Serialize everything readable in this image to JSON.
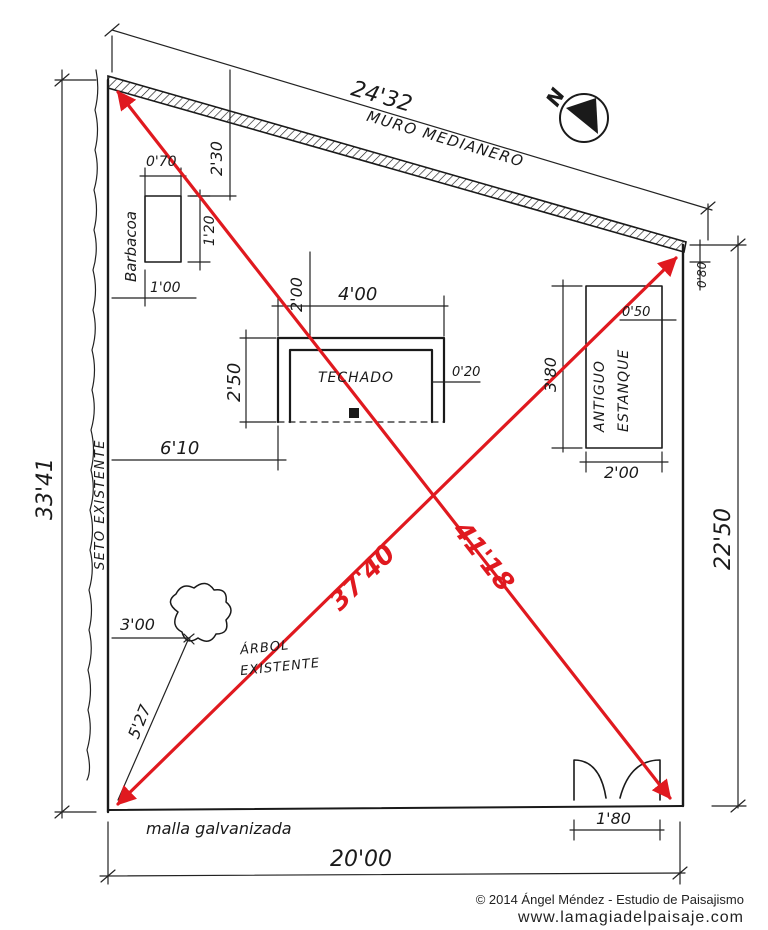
{
  "labels": {
    "muro": "MURO MEDIANERO",
    "techado": "TECHADO",
    "barbacoa": "Barbacoa",
    "estanque_1": "ANTIGUO",
    "estanque_2": "ESTANQUE",
    "seto": "SETO EXISTENTE",
    "arbol_1": "ÁRBOL",
    "arbol_2": "EXISTENTE",
    "malla": "malla galvanizada",
    "north": "N"
  },
  "dimensions": {
    "top": "24'32",
    "left_total": "33'41",
    "bottom": "20'00",
    "right": "22'50",
    "right_small": "0'80",
    "barb_w": "0'70",
    "barb_h": "1'20",
    "barb_top": "2'30",
    "barb_left": "1'00",
    "techado_top": "2'00",
    "techado_w": "4'00",
    "techado_h": "2'50",
    "techado_wall": "0'20",
    "techado_left": "6'10",
    "estanque_h": "3'80",
    "estanque_top": "0'50",
    "estanque_w": "2'00",
    "arbol_x": "3'00",
    "arbol_y": "5'27",
    "gate": "1'80"
  },
  "diagonals": {
    "d1": "41'18",
    "d2": "37'40"
  },
  "credits": {
    "line": "© 2014 Ángel Méndez - Estudio de Paisajismo",
    "url": "www.lamagiadelpaisaje.com"
  },
  "colors": {
    "ink": "#1a1a1a",
    "red": "#e0191f"
  }
}
